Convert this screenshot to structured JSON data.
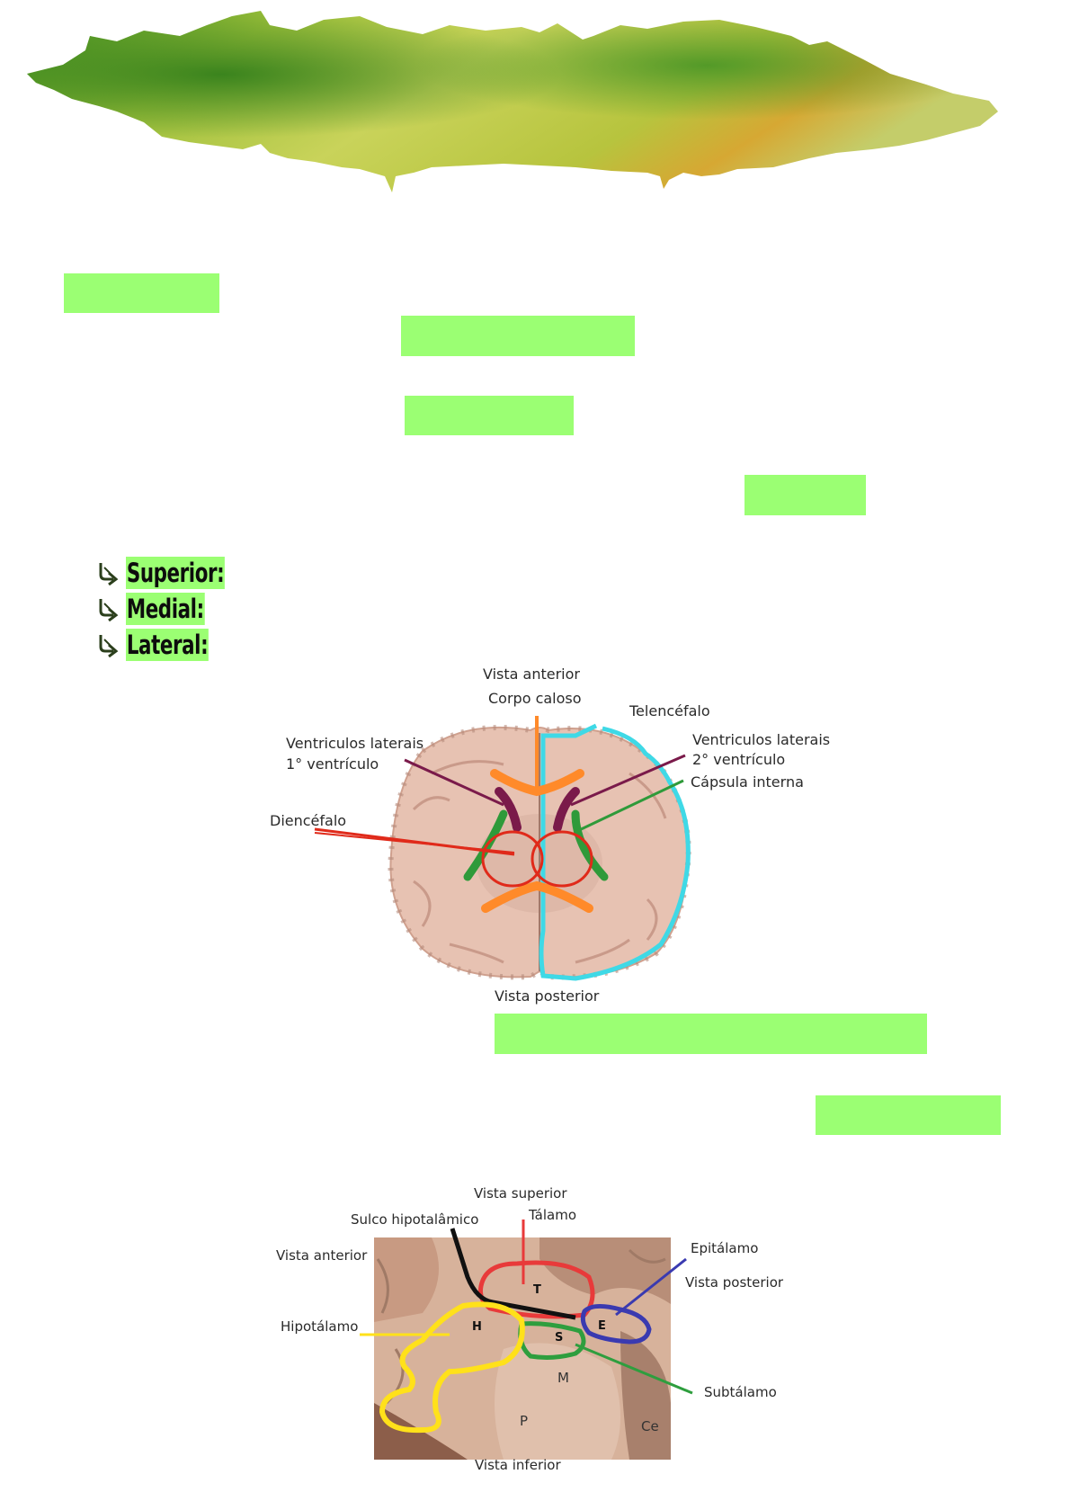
{
  "header": {
    "image": "green-watercolor-banner"
  },
  "bullets": [
    {
      "label": "Superior:",
      "icon": "curved-arrow-icon"
    },
    {
      "label": "Medial:",
      "icon": "curved-arrow-icon"
    },
    {
      "label": "Lateral:",
      "icon": "curved-arrow-icon"
    }
  ],
  "figure1": {
    "top_label": "Vista anterior",
    "bottom_label": "Vista posterior",
    "labels": {
      "corpo_caloso": "Corpo caloso",
      "telencefalo": "Telencéfalo",
      "vent_lat_left_1": "Ventriculos laterais",
      "vent_lat_left_2": "1° ventrículo",
      "vent_lat_right_1": "Ventriculos laterais",
      "vent_lat_right_2": "2° ventrículo",
      "capsula": "Cápsula interna",
      "diencefalo": "Diencéfalo"
    }
  },
  "figure2": {
    "top_label": "Vista superior",
    "bottom_label": "Vista inferior",
    "labels": {
      "sulco": "Sulco hipotalâmico",
      "talamo": "Tálamo",
      "vista_anterior": "Vista anterior",
      "epitalamo": "Epitálamo",
      "vista_posterior": "Vista posterior",
      "hipotalamo": "Hipotálamo",
      "subtalamo": "Subtálamo"
    },
    "regions": {
      "T": "T",
      "H": "H",
      "S": "S",
      "E": "E",
      "M": "M",
      "P": "P",
      "Ce": "Ce"
    }
  },
  "colors": {
    "highlight": "#9bff73",
    "telencefalo": "#3fd9e6",
    "corpo_caloso": "#ff8a2a",
    "ventriculos": "#7a1a4a",
    "capsula": "#2f9a3a",
    "diencefalo": "#e02a1a",
    "hipotalamo": "#ffe11a",
    "epitalamo": "#3a3ab0",
    "subtalamo": "#2e9e3e"
  }
}
